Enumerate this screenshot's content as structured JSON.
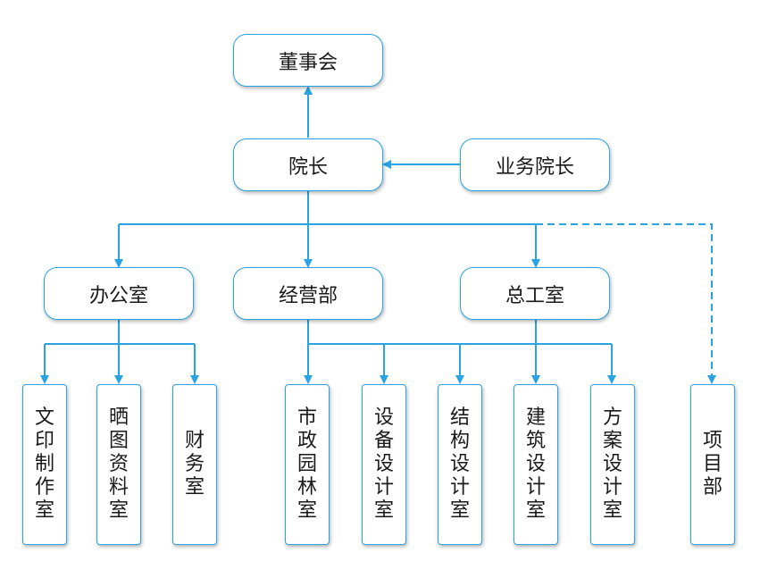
{
  "colors": {
    "line": "#29a3e3",
    "box_border": "#29a3e3",
    "text": "#1a1a1a",
    "background": "#ffffff"
  },
  "nodes": {
    "board": "董事会",
    "president": "院长",
    "business_vp": "业务院长",
    "office": "办公室",
    "operations": "经营部",
    "chief_engineer": "总工室",
    "print_room": "文印制作室",
    "blueprint_room": "晒图资料室",
    "finance_room": "财务室",
    "municipal_landscape": "市政园林室",
    "equipment_design": "设备设计室",
    "structural_design": "结构设计室",
    "architectural_design": "建筑设计室",
    "scheme_design": "方案设计室",
    "project_dept": "项目部"
  },
  "relations": [
    {
      "from": "president",
      "to": "board",
      "style": "solid"
    },
    {
      "from": "business_vp",
      "to": "president",
      "style": "solid"
    },
    {
      "from": "president",
      "to": "office",
      "style": "solid"
    },
    {
      "from": "president",
      "to": "operations",
      "style": "solid"
    },
    {
      "from": "president",
      "to": "chief_engineer",
      "style": "solid"
    },
    {
      "from": "president",
      "to": "project_dept",
      "style": "dashed"
    },
    {
      "from": "office",
      "to": "print_room",
      "style": "solid"
    },
    {
      "from": "office",
      "to": "blueprint_room",
      "style": "solid"
    },
    {
      "from": "office",
      "to": "finance_room",
      "style": "solid"
    },
    {
      "from": "operations",
      "to": "municipal_landscape",
      "style": "solid"
    },
    {
      "from": "operations",
      "to": "equipment_design",
      "style": "solid"
    },
    {
      "from": "operations",
      "to": "structural_design",
      "style": "solid"
    },
    {
      "from": "operations",
      "to": "architectural_design",
      "style": "solid"
    },
    {
      "from": "operations",
      "to": "scheme_design",
      "style": "solid"
    },
    {
      "from": "chief_engineer",
      "to": "architectural_design",
      "style": "solid"
    }
  ]
}
